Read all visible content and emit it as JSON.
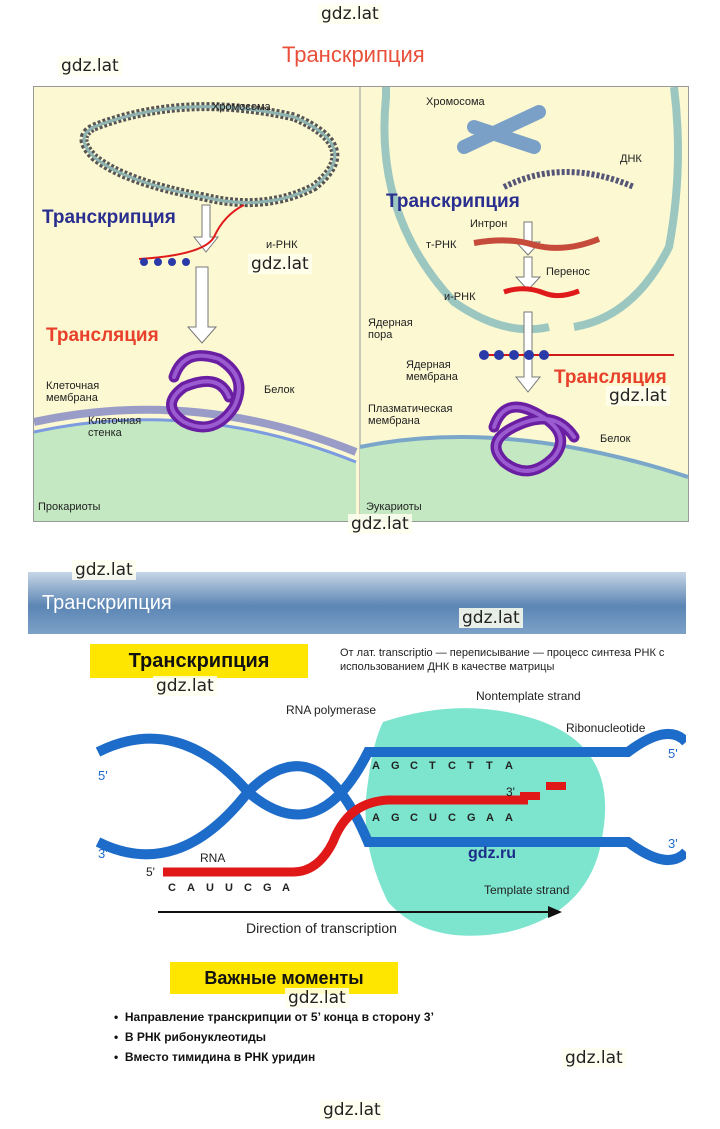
{
  "watermarks": [
    "gdz.lat",
    "gdz.lat",
    "gdz.lat",
    "gdz.lat",
    "gdz.lat",
    "gdz.lat",
    "gdz.lat",
    "gdz.lat",
    "gdz.lat",
    "gdz.lat"
  ],
  "top": {
    "title": "Транскрипция",
    "left": {
      "chromosome": "Хромосома",
      "transcription": "Транскрипция",
      "mrna": "и-РНК",
      "translation": "Трансляция",
      "protein": "Белок",
      "cell_membrane": "Клеточная мембрана",
      "cell_wall": "Клеточная стенка",
      "prokaryotes": "Прокариоты"
    },
    "right": {
      "chromosome": "Хромосома",
      "dna": "ДНК",
      "transcription": "Транскрипция",
      "intron": "Интрон",
      "trna": "т-РНК",
      "transfer": "Перенос",
      "mrna": "и-РНК",
      "nuclear_pore": "Ядерная пора",
      "nuclear_membrane": "Ядерная мембрана",
      "translation": "Трансляция",
      "plasma_membrane": "Плазматическая мембрана",
      "protein": "Белок",
      "eukaryotes": "Эукариоты"
    }
  },
  "slide": {
    "header_title": "Транскрипция",
    "box_title": "Транскрипция",
    "definition": "От лат. transcriptio — переписывание — процесс синтеза РНК с использованием ДНК в качестве матрицы",
    "rna_polymerase": "RNA polymerase",
    "nontemplate_strand": "Nontemplate strand",
    "ribonucleotide": "Ribonucleotide",
    "template_strand": "Template strand",
    "rna": "RNA",
    "direction": "Direction of transcription",
    "prime5": "5'",
    "prime3": "3'",
    "gdz_ru": "gdz.ru",
    "top_bases": [
      "A",
      "G",
      "C",
      "T",
      "C",
      "T",
      "T",
      "A"
    ],
    "bottom_bases": [
      "A",
      "G",
      "C",
      "U",
      "C",
      "G",
      "A",
      "A"
    ],
    "rna_bases": [
      "C",
      "A",
      "U",
      "U",
      "C",
      "G",
      "A"
    ],
    "important_title": "Важные моменты",
    "bullets": [
      "Направление транскрипции от 5’ конца в сторону 3’",
      "В РНК рибонуклеотиды",
      "Вместо тимидина в РНК уридин"
    ]
  }
}
